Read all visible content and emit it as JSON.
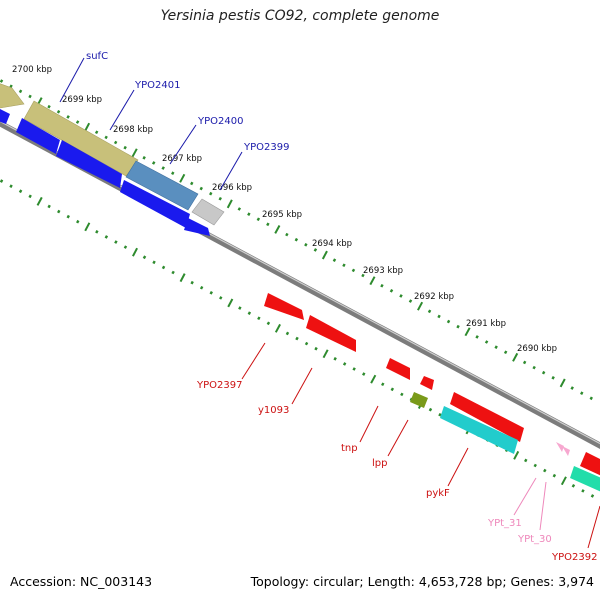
{
  "title": "Yersinia pestis CO92, complete genome",
  "footer": {
    "accession": "Accession: NC_003143",
    "summary": "Topology: circular; Length: 4,653,728 bp; Genes: 3,974"
  },
  "ruler_labels": [
    "2700 kbp",
    "2699 kbp",
    "2698 kbp",
    "2697 kbp",
    "2696 kbp",
    "2695 kbp",
    "2694 kbp",
    "2693 kbp",
    "2692 kbp",
    "2691 kbp",
    "2690 kbp"
  ],
  "genes_top": [
    "sufC",
    "YPO2401",
    "YPO2400",
    "YPO2399"
  ],
  "genes_bottom": [
    "YPO2397",
    "y1093",
    "tnp",
    "lpp",
    "pykF",
    "YPt_31",
    "YPt_30",
    "YPO2392"
  ],
  "colors": {
    "backbone": "#808080",
    "tick": "#2e8b2e",
    "label_top": "#1a1aaa",
    "label_bottom": "#cc1111",
    "label_trna": "#ee88bb",
    "olive": "#c8c07a",
    "steel": "#5a8fbf",
    "gray_gene": "#c8c8c8",
    "blue_gene": "#1a1aee",
    "red_gene": "#ee1111",
    "cyan_gene": "#22cccc",
    "green_gene": "#7a9a1a",
    "mint_gene": "#22ddaa",
    "trna": "#f7a8d0"
  }
}
